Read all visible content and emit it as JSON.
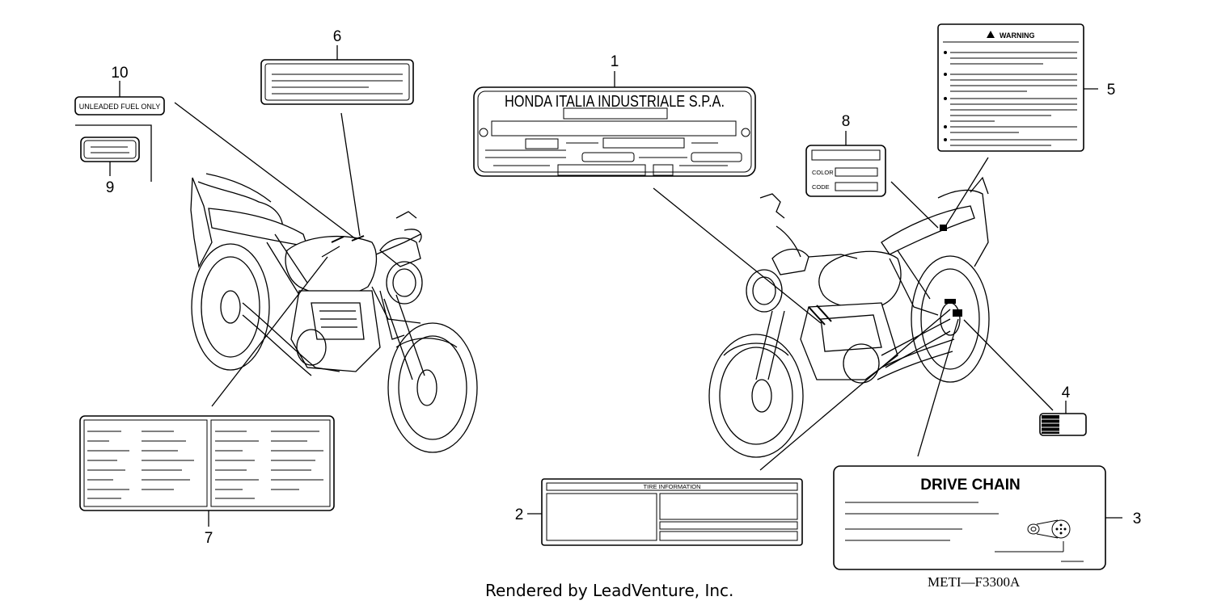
{
  "callouts": {
    "c1": "1",
    "c2": "2",
    "c3": "3",
    "c4": "4",
    "c5": "5",
    "c6": "6",
    "c7": "7",
    "c8": "8",
    "c9": "9",
    "c10": "10"
  },
  "labels": {
    "unleaded": "UNLEADED FUEL ONLY",
    "honda_plate": "HONDA ITALIA INDUSTRIALE S.P.A.",
    "warning": "WARNING",
    "color": "COLOR",
    "code": "CODE",
    "tire_information": "TIRE INFORMATION",
    "drive_chain": "DRIVE CHAIN"
  },
  "footer": {
    "rendered_by": "Rendered by LeadVenture, Inc.",
    "diagram_code": "METI—F3300A"
  }
}
